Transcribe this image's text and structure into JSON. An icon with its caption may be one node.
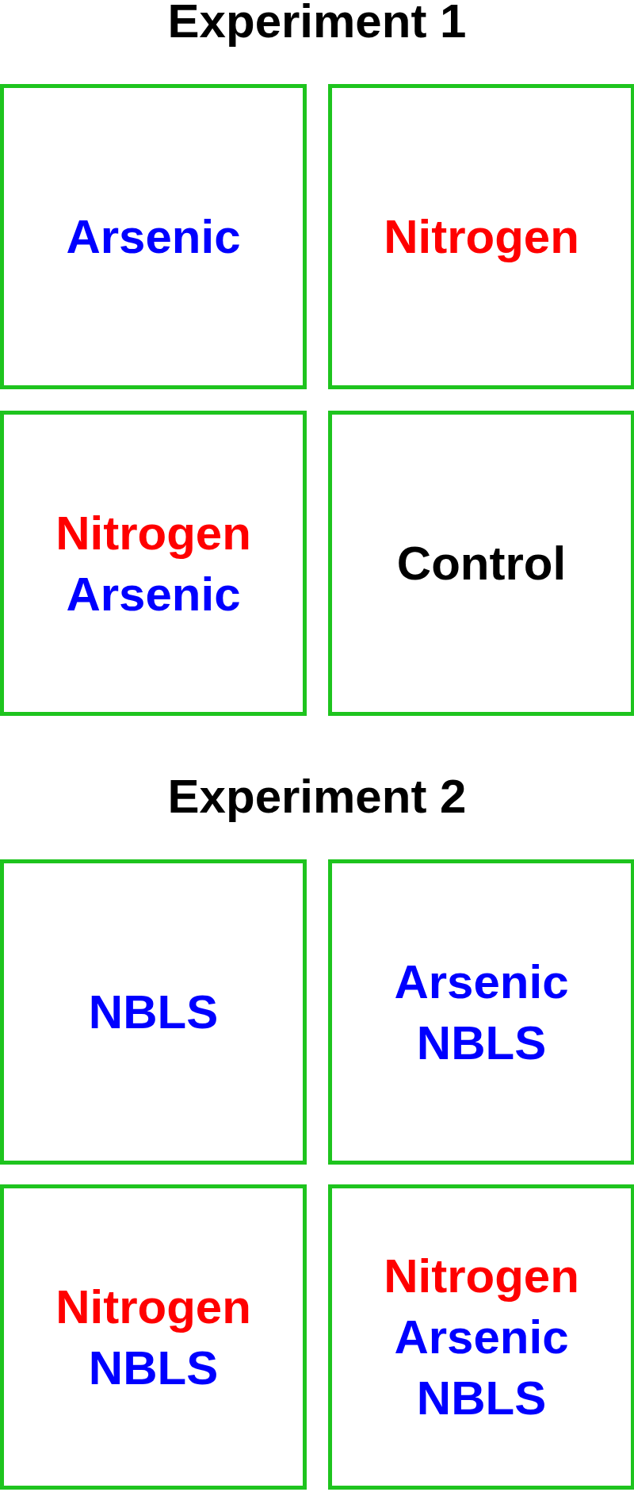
{
  "diagram": {
    "nodes": [
      {
        "text": [
          "Arsenic"
        ]
      },
      {
        "text": [
          "Nitrogen"
        ]
      },
      {
        "text": [
          "Nitrogen",
          "Arsenic"
        ]
      },
      {
        "text": [
          "Control"
        ]
      },
      {
        "text": [
          "NBLS"
        ]
      },
      {
        "text": [
          "Arsenic",
          "NBLS"
        ]
      },
      {
        "text": [
          "Nitrogen",
          "NBLS"
        ]
      },
      {
        "text": [
          "Nitrogen",
          "Arsenic",
          "NBLS"
        ]
      }
    ],
    "labels": [
      "Experiment 1",
      "Experiment 2"
    ]
  }
}
